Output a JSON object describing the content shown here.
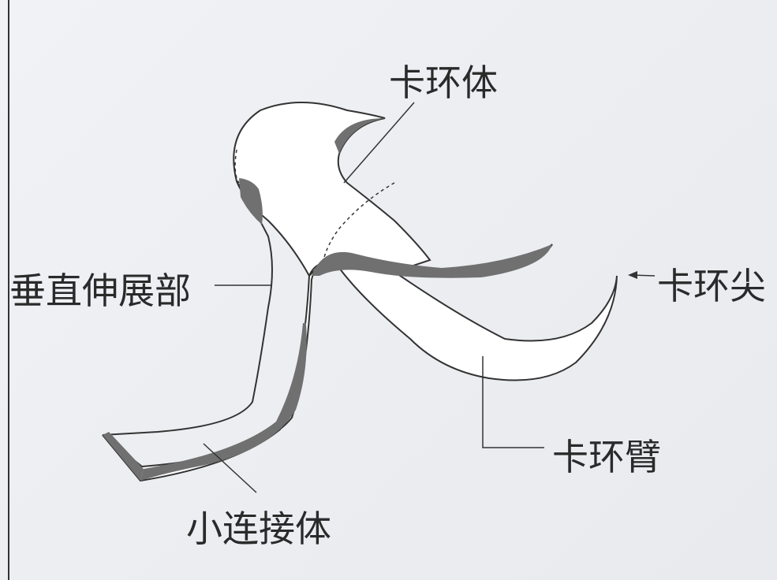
{
  "labels": {
    "clasp_body": "卡环体",
    "vertical_extension": "垂直伸展部",
    "clasp_tip": "卡环尖",
    "clasp_arm": "卡环臂",
    "minor_connector": "小连接体"
  },
  "colors": {
    "background": "#eceef2",
    "outline": "#333333",
    "shading": "#707070",
    "fill": "#ffffff"
  }
}
